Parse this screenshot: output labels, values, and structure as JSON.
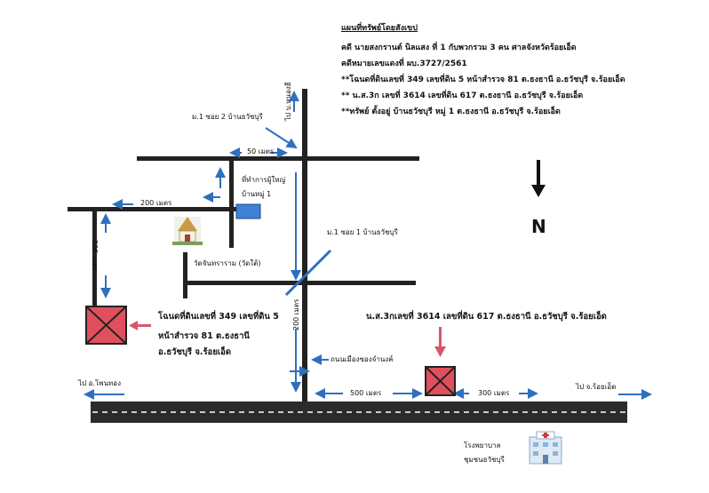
{
  "header": {
    "title": "แผนที่ทรัพย์โดยสังเขป",
    "lines": [
      "คดี นายสงกรานต์  นิลแสง ที่ 1 กับพวกรวม 3 คน  ศาลจังหวัดร้อยเอ็ด",
      "คดีหมายเลขแดงที่ ผบ.3727/2561",
      "**โฉนดที่ดินเลขที่  349   เลขที่ดิน  5  หน้าสำรวจ 81  ต.ธงธานี  อ.ธวัชบุรี จ.ร้อยเอ็ด",
      "** น.ส.3ก เลขที่ 3614 เลขที่ดิน 617  ต.ธงธานี  อ.ธวัชบุรี  จ.ร้อยเอ็ด",
      "**ทรัพย์ ตั้งอยู่ บ้านธวัชบุรี  หมู่ 1    ต.ธงธานี  อ.ธวัชบุรี  จ.ร้อยเอ็ด"
    ]
  },
  "labels": {
    "to_nong_hee": "ไป บ.หนองฮี",
    "moo1_soi2": "ม.1 ซอย 2 บ้านธวัชบุรี",
    "dist_50m": "50 เมตร",
    "dist_200m_top": "200 เมตร",
    "village_office_line1": "ที่ทำการผู้ใหญ่",
    "village_office_line2": "บ้านหมู่ 1",
    "temple": "วัดจันทราราม (วัดใต้)",
    "moo1_soi1": "ม.1 ซอย 1 บ้านธวัชบุรี",
    "dist_200m_left": "200 เมตร",
    "dist_200m_center": "200 เมตร",
    "road_nong_chan": "ถนนเมืองซองจำนงค์",
    "dist_500m": "500 เมตร",
    "dist_300m": "300 เมตร",
    "to_pho_thong": "ไป อ.โพนทอง",
    "to_roi_et": "ไป จ.ร้อยเอ็ด",
    "north": "N",
    "hospital_line1": "โรงพยาบาล",
    "hospital_line2": "ชุมชนธวัชบุรี"
  },
  "properties": {
    "deed_line1": "โฉนดที่ดินเลขที่ 349  เลขที่ดิน 5",
    "deed_line2": "หน้าสำรวจ 81 ต.ธงธานี",
    "deed_line3": "อ.ธวัชบุรี  จ.ร้อยเอ็ด",
    "ns3k": "น.ส.3กเลขที่ 3614 เลขที่ดิน 617 ต.ธงธานี อ.ธวัชบุรี จ.ร้อยเอ็ด"
  },
  "colors": {
    "road": "#222222",
    "arrow": "#2f6fbf",
    "property": "#e0505c",
    "pointer": "#d9566a",
    "office": "#3f7fd8",
    "highway": "#2b2b2b"
  }
}
